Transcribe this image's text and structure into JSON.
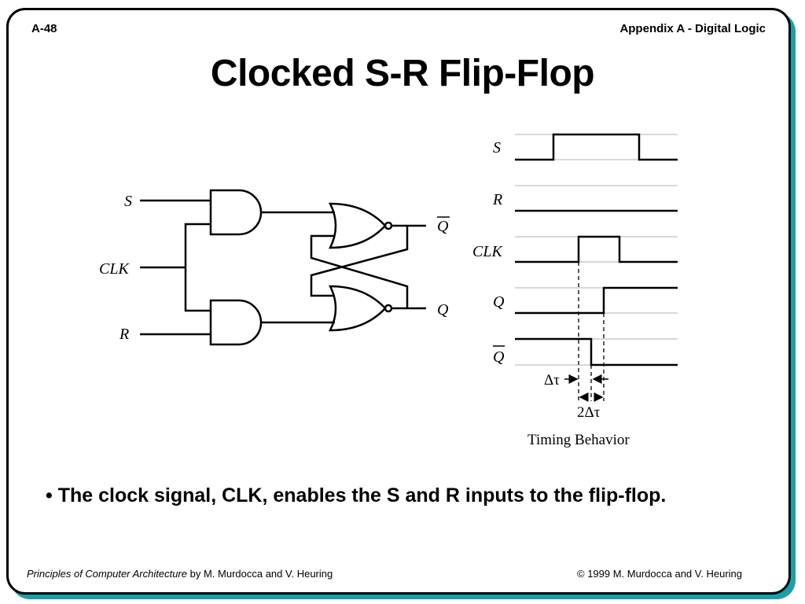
{
  "header": {
    "page_number": "A-48",
    "section": "Appendix A - Digital Logic"
  },
  "title": "Clocked S-R Flip-Flop",
  "circuit": {
    "inputs": [
      "S",
      "CLK",
      "R"
    ],
    "outputs": [
      "Q",
      "Q"
    ]
  },
  "timing": {
    "signals": [
      "S",
      "R",
      "CLK",
      "Q",
      "Q"
    ],
    "delta_label": "Δτ",
    "double_delta_label": "2Δτ",
    "caption": "Timing Behavior"
  },
  "bullet": "•  The clock signal, CLK, enables the S and R inputs to the flip-flop.",
  "footer": {
    "book_title": "Principles of Computer Architecture",
    "authors": " by M. Murdocca and V. Heuring",
    "copyright": "© 1999 M. Murdocca and V. Heuring"
  },
  "colors": {
    "frame_shadow": "#1aa0a8",
    "grid_line": "#c0c0c0"
  }
}
